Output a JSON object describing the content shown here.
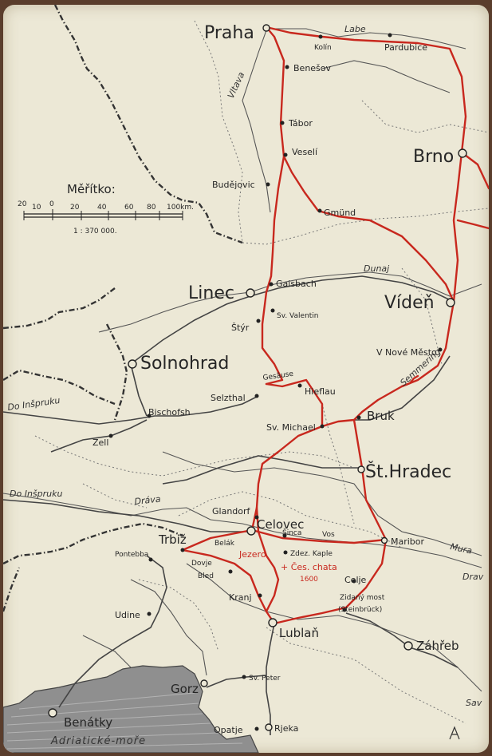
{
  "colors": {
    "paper": "#ece8d6",
    "railway": "#c8281e",
    "ink": "#262626",
    "sea": "#8f8f8f"
  },
  "scale": {
    "title": "Měřítko:",
    "ticks": [
      "20",
      "10",
      "0",
      "20",
      "40",
      "60",
      "80",
      "100km."
    ],
    "ratio": "1 : 370 000."
  },
  "places": {
    "praha": "Praha",
    "kolin": "Kolín",
    "pardubice": "Pardubice",
    "benesov": "Benešov",
    "tabor": "Tábor",
    "veseli": "Veselí",
    "brno": "Brno",
    "budejovice": "Budějovic",
    "gmund": "Gmünd",
    "linec": "Linec",
    "gaisbach": "Gaisbach",
    "viden": "Vídeň",
    "sv_valentin": "Sv. Valentin",
    "styr": "Štýr",
    "solnohrad": "Solnohrad",
    "nove_mesto": "V Nové Město",
    "gesause": "Gesäuse",
    "hieflau": "Hieflau",
    "selzthal": "Selzthal",
    "bischofsh": "Bischofsh",
    "zell": "Zell",
    "sv_michael": "Sv. Michael",
    "bruk": "Bruk",
    "st_hradec": "Št.Hradec",
    "glandorf": "Glandorf",
    "celovec": "Celovec",
    "trbiz": "Trbiž",
    "belak": "Belák",
    "sinca": "Šinca",
    "vos": "Vos",
    "maribor": "Maribor",
    "jezero": "Jezero",
    "zdez_kaple": "Zdez. Kaple",
    "ces_chata": "+ Čes. chata",
    "chata_alt": "1600",
    "pontebba": "Pontebba",
    "dovje": "Dovje",
    "bled": "Bled",
    "celje": "Celje",
    "zidani_most": "Zidaný most",
    "steinbruck": "(Steinbrück)",
    "kranj": "Kranj",
    "udine": "Udine",
    "lublan": "Lublaň",
    "zahreb": "Záhřeb",
    "sv_peter": "Sv. Peter",
    "gorz": "Gorz",
    "benatky": "Benátky",
    "opatje": "Opatje",
    "rjeka": "Rjeka"
  },
  "labels": {
    "labe": "Labe",
    "vltava": "Vltava",
    "dunaj": "Dunaj",
    "semmering": "Semmering",
    "do_insbruku_1": "Do Inšpruku",
    "do_insbruku_2": "Do Inšpruku",
    "drava": "Dráva",
    "drava_2": "Drav",
    "mura": "Mura",
    "sava": "Sav",
    "sea": "Adriatické-moře"
  }
}
